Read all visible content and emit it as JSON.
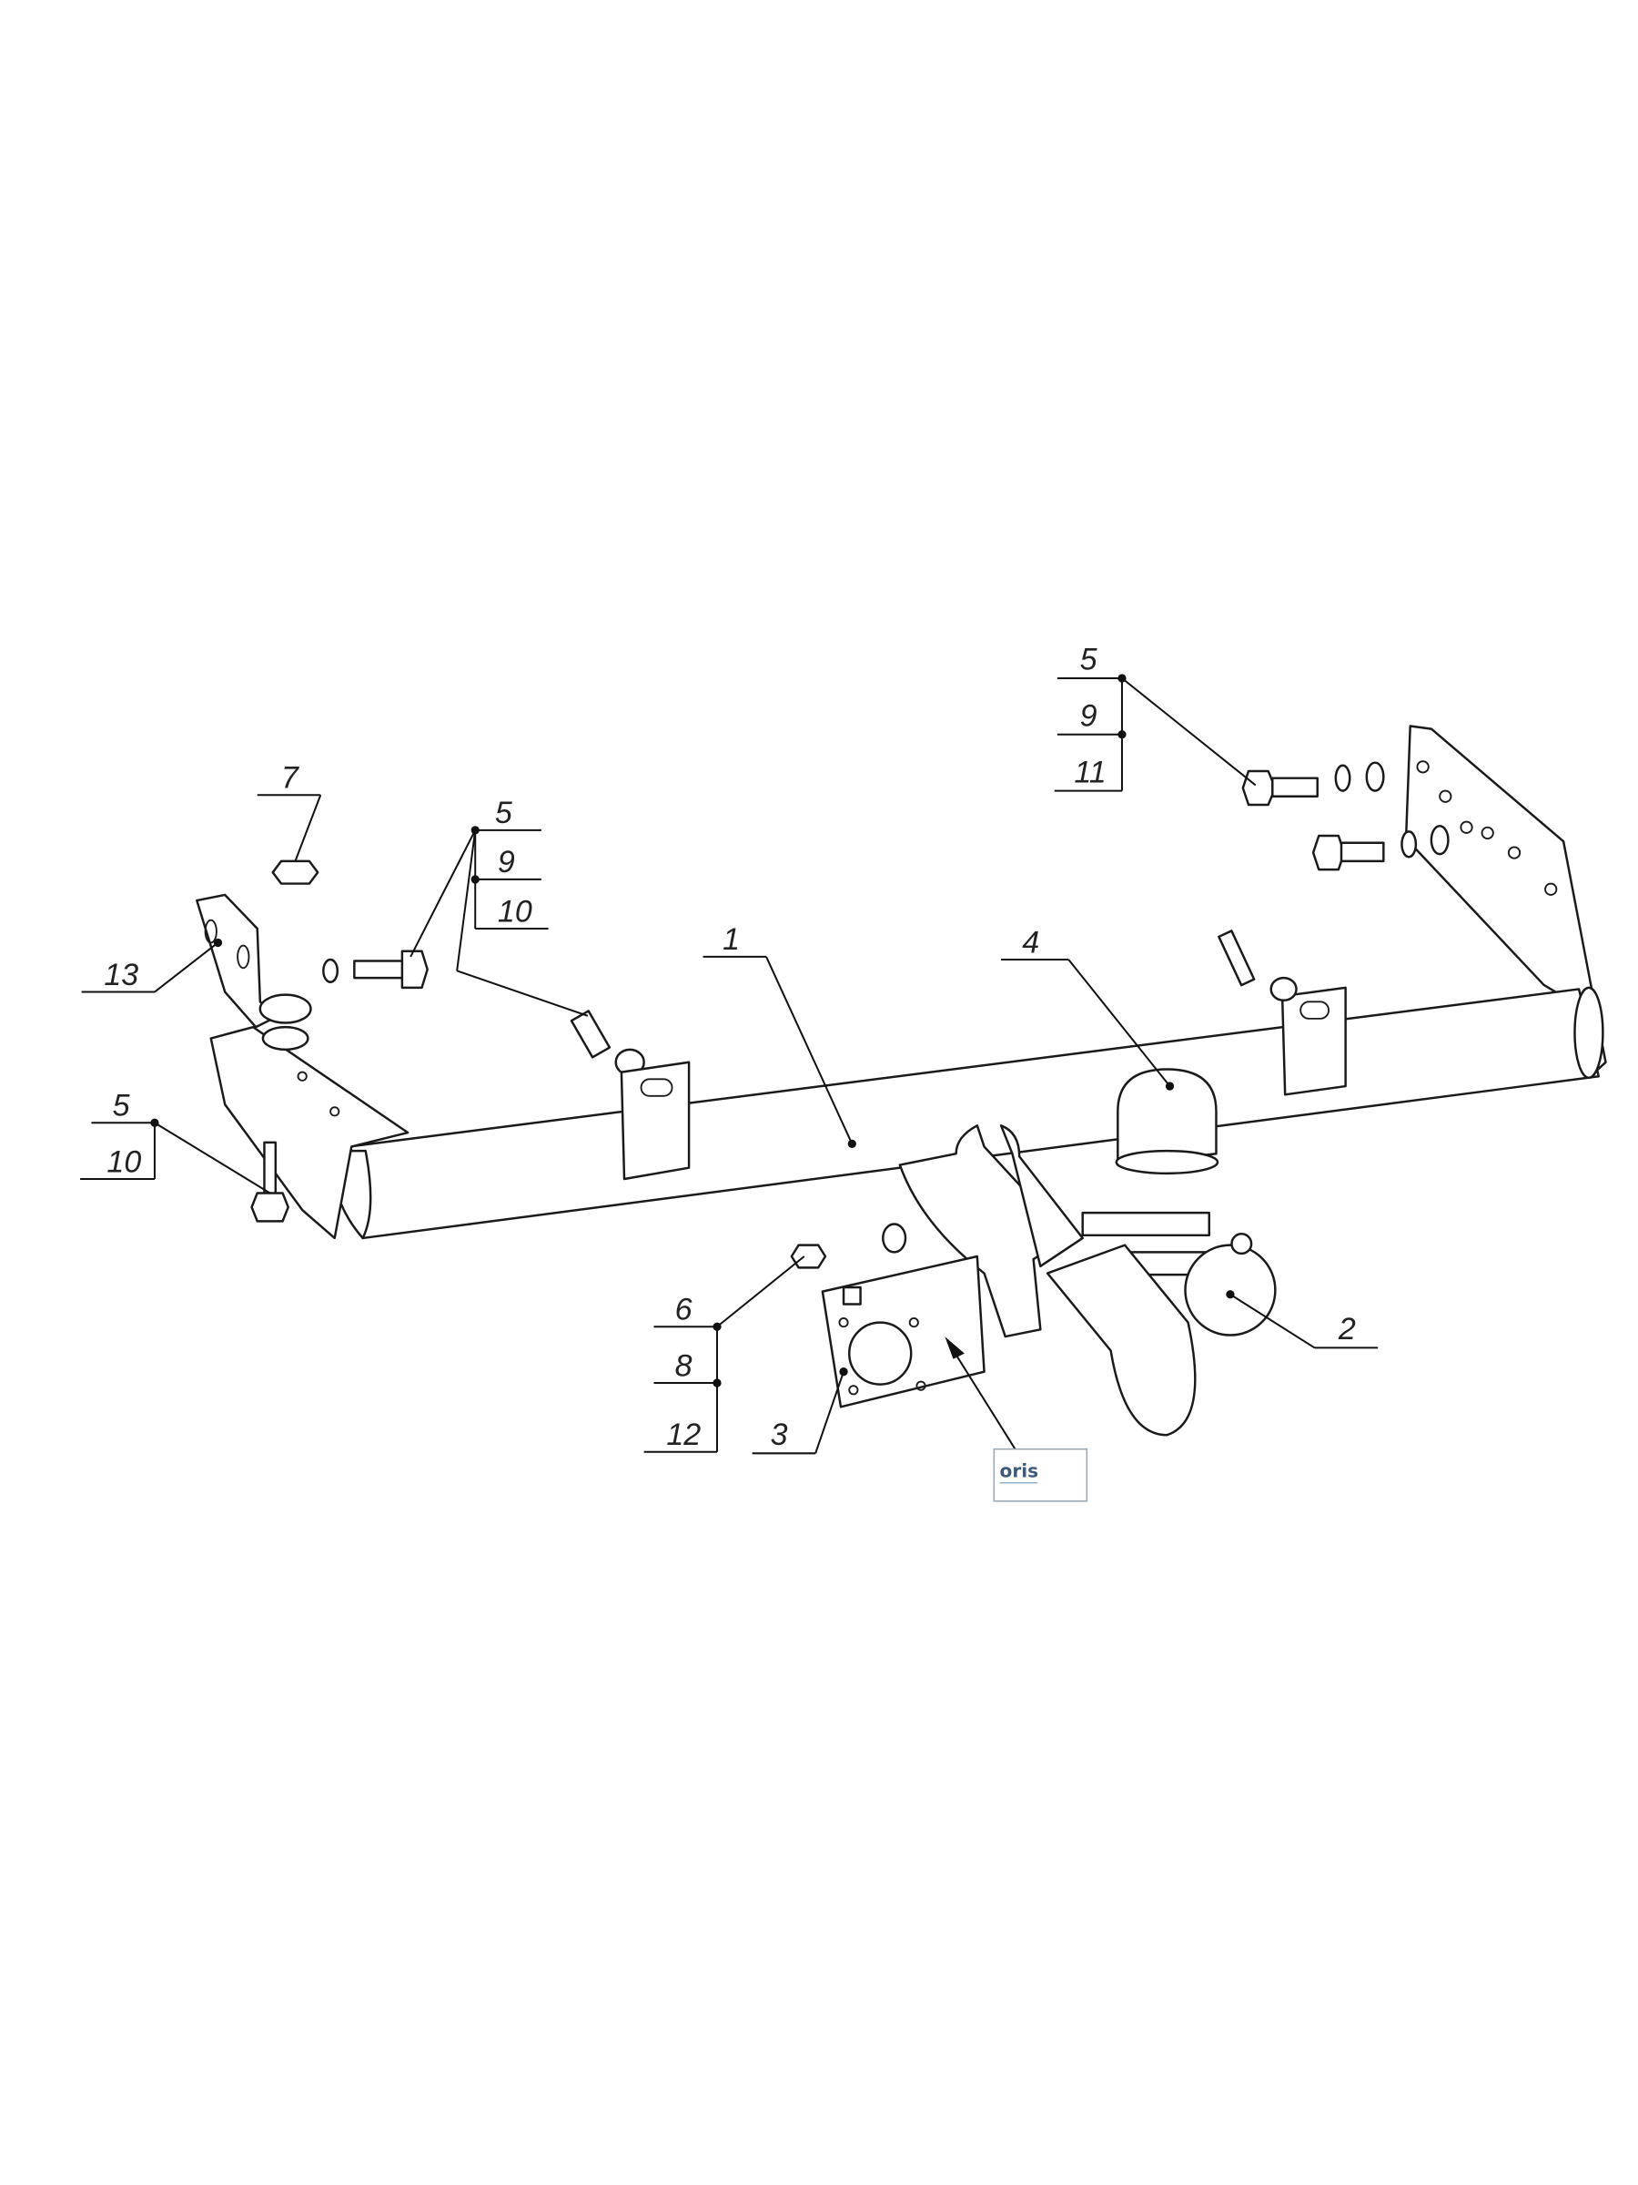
{
  "diagram": {
    "type": "exploded assembly drawing - tow bar",
    "callouts": {
      "upper_left_nut": "7",
      "upper_left_group": [
        "5",
        "9",
        "10"
      ],
      "left_bracket": "13",
      "lower_left_group": [
        "5",
        "10"
      ],
      "crossbar": "1",
      "ball_cap": "4",
      "upper_right_group": [
        "5",
        "9",
        "11"
      ],
      "tow_ball": "2",
      "socket_group": [
        "6",
        "8",
        "12"
      ],
      "socket_plate": "3"
    },
    "logo_text": "oris"
  }
}
